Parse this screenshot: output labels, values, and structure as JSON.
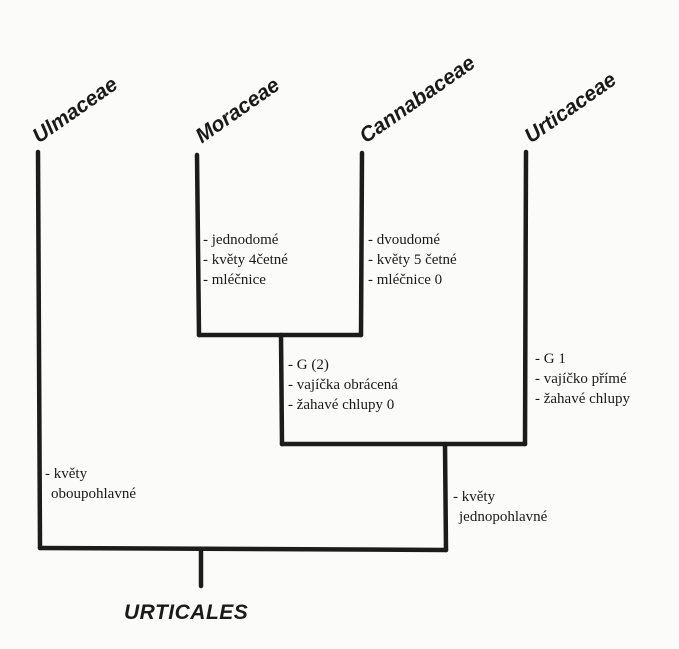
{
  "taxa": {
    "ulmaceae": "Ulmaceae",
    "moraceae": "Moraceae",
    "cannabaceae": "Cannabaceae",
    "urticaceae": "Urticaceae"
  },
  "root": "URTICALES",
  "traits": {
    "moraceae": [
      "- jednodomé",
      "- květy 4četné",
      "- mléčnice"
    ],
    "cannabaceae": [
      "- dvoudomé",
      "- květy 5 četné",
      "- mléčnice 0"
    ],
    "moraceae_cannabaceae": [
      "- G (2)",
      "- vajíčka obrácená",
      "- žahavé chlupy 0"
    ],
    "urticaceae": [
      "- G 1",
      "- vajíčko přímé",
      "- žahavé chlupy"
    ],
    "ulmaceae": [
      "- květy",
      "oboupohlavné"
    ],
    "urticaceae_group": [
      "- květy",
      "jednopohlavné"
    ]
  },
  "colors": {
    "line": "#1c1c1c",
    "background": "#fbfbfa"
  }
}
